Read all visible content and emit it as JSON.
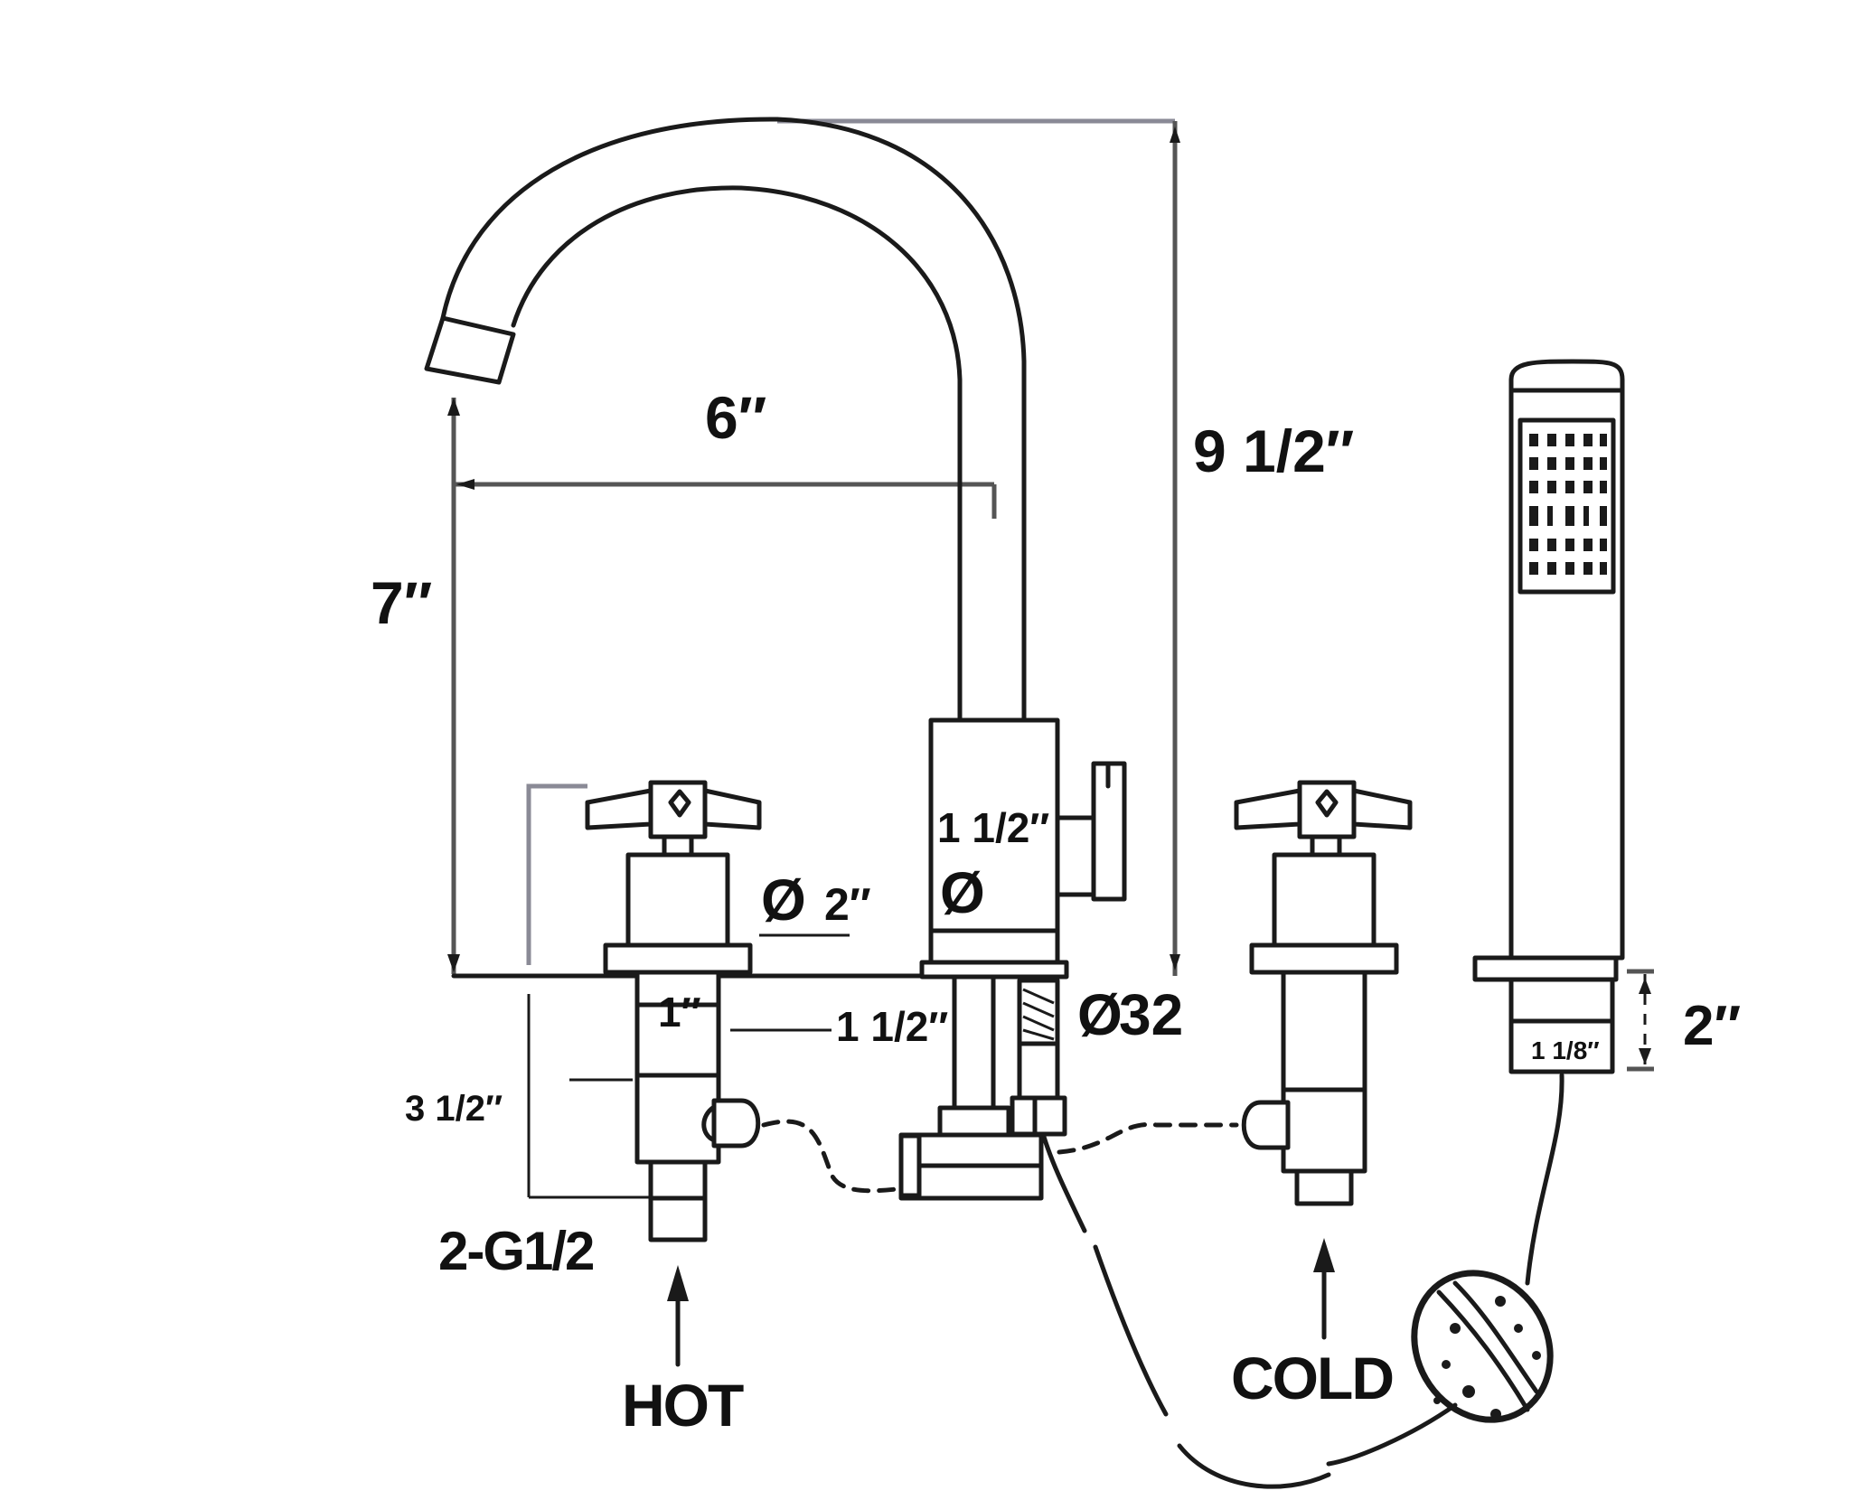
{
  "dimensions": {
    "spout_reach": "6″",
    "overall_height": "9 1/2″",
    "spout_height": "7″",
    "handle_diameter": "2″",
    "diameter_symbol": "Ø",
    "spout_base_width": "1 1/2″",
    "shank_width": "1″",
    "spout_shank_width": "1 1/2″",
    "hose_diameter": "32",
    "valve_depth": "3 1/2″",
    "inlet_thread": "2-G1/2",
    "handshower_holder_height": "2″",
    "handshower_base_width": "1 1/8″"
  },
  "labels": {
    "hot": "HOT",
    "cold": "COLD"
  }
}
